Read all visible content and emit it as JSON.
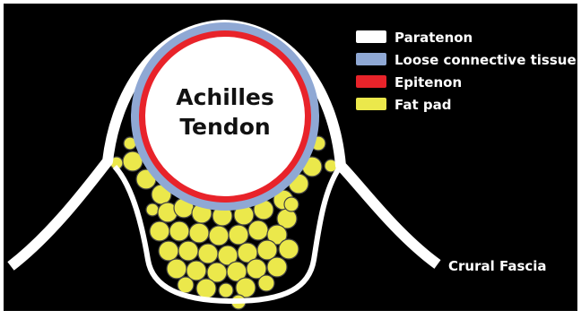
{
  "diagram": {
    "tendon_label_line1": "Achilles",
    "tendon_label_line2": "Tendon",
    "fascia_label": "Crural Fascia"
  },
  "legend": [
    {
      "label": "Paratenon",
      "color": "#ffffff"
    },
    {
      "label": "Loose connective tissue",
      "color": "#8fa8d4"
    },
    {
      "label": "Epitenon",
      "color": "#e8232a"
    },
    {
      "label": "Fat pad",
      "color": "#ebe84b"
    }
  ],
  "colors": {
    "background": "#000000",
    "border": "#ffffff",
    "tendon": "#ffffff",
    "fat_outline": "#444444",
    "text": "#ffffff",
    "tendon_text": "#111111"
  }
}
